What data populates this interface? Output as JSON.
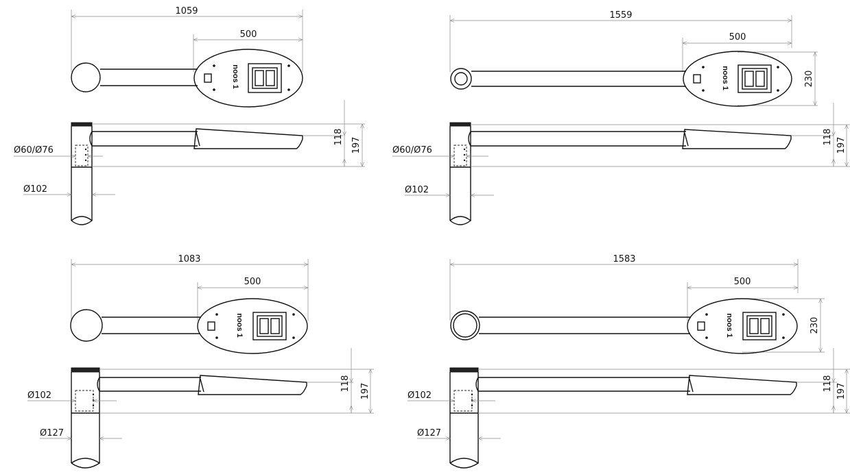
{
  "drawings": [
    {
      "overall_length": "1059",
      "head_length": "500",
      "height_inner": "118",
      "height_outer": "197",
      "spigot_diameter": "Ø60/Ø76",
      "pole_diameter": "Ø102",
      "brand": "noos 1"
    },
    {
      "overall_length": "1559",
      "head_length": "500",
      "head_width": "230",
      "height_inner": "118",
      "height_outer": "197",
      "spigot_diameter": "Ø60/Ø76",
      "pole_diameter": "Ø102",
      "brand": "noos 1"
    },
    {
      "overall_length": "1083",
      "head_length": "500",
      "height_inner": "118",
      "height_outer": "197",
      "spigot_diameter": "Ø102",
      "pole_diameter": "Ø127",
      "brand": "noos 1"
    },
    {
      "overall_length": "1583",
      "head_length": "500",
      "head_width": "230",
      "height_inner": "118",
      "height_outer": "197",
      "spigot_diameter": "Ø102",
      "pole_diameter": "Ø127",
      "brand": "noos 1"
    }
  ]
}
